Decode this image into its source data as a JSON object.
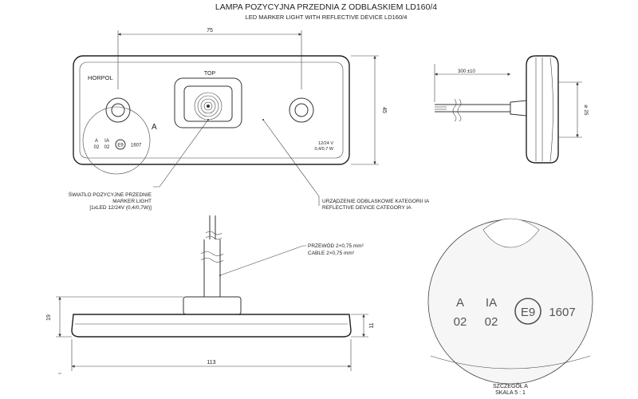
{
  "title": {
    "line1": "LAMPA POZYCYJNA PRZEDNIA Z ODBLASKIEM LD160/4",
    "line2": "LED MARKER LIGHT WITH REFLECTIVE DEVICE LD160/4"
  },
  "front_view": {
    "brand": "HORPOL",
    "top_label": "TOP",
    "letter_a": "A",
    "mark_left_top": "A",
    "mark_left_bottom": "02",
    "mark_mid_top": "IA",
    "mark_mid_bottom": "02",
    "emark": "E9",
    "approval": "1607",
    "voltage": "12/24 V",
    "power": "0,4/0,7 W",
    "dim_width": "75",
    "dim_height": "45"
  },
  "side_view": {
    "dim_cable": "300 ±10",
    "dim_diameter": "⌀ 25"
  },
  "bottom_view": {
    "dim_length": "113",
    "dim_height": "19",
    "dim_base": "11"
  },
  "callouts": {
    "light_line1": "ŚWIATŁO POZYCYJNE PRZEDNIE",
    "light_line2": "MARKER LIGHT",
    "light_line3": "[1xLED 12/24V (0,4/0,7W)]",
    "reflex_line1": "URZĄDZENIE ODBLASKOWE KATEGORII IA",
    "reflex_line2": "REFLECTIVE DEVICE CATEGORY IA",
    "cable_line1": "PRZEWÓD 2×0,75 mm²",
    "cable_line2": "CABLE 2×0,75 mm²"
  },
  "detail": {
    "mark_left_top": "A",
    "mark_left_bottom": "02",
    "mark_mid_top": "IA",
    "mark_mid_bottom": "02",
    "emark": "E9",
    "approval": "1607",
    "caption_line1": "SZCZEGÓŁ A",
    "caption_line2": "SKALA 5 : 1"
  }
}
